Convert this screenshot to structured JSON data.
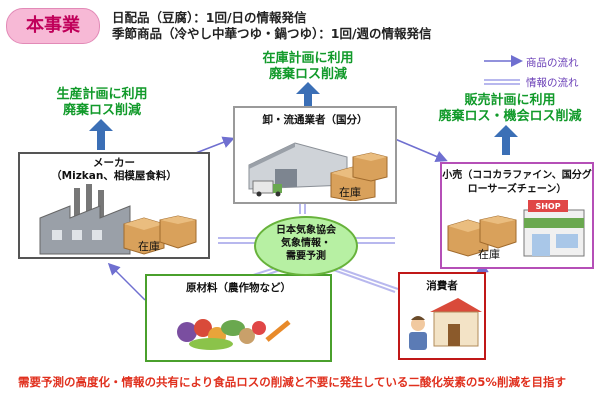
{
  "title": "本事業",
  "header": {
    "line1": "日配品（豆腐）：1回/日の情報発信",
    "line2": "季節商品（冷やし中華つゆ・鍋つゆ）：1回/週の情報発信"
  },
  "legend": {
    "product_flow": "商品の流れ",
    "info_flow": "情報の流れ"
  },
  "benefits": {
    "wholesale": [
      "在庫計画に利用",
      "廃棄ロス削減"
    ],
    "maker": [
      "生産計画に利用",
      "廃棄ロス削減"
    ],
    "retail": [
      "販売計画に利用",
      "廃棄ロス・機会ロス削減"
    ]
  },
  "nodes": {
    "wholesale": "卸・流通業者（国分）",
    "maker": [
      "メーカー",
      "（Mizkan、相模屋食料）"
    ],
    "retail": [
      "小売（ココカラファイン、国分グ",
      "ローサーズチェーン）"
    ],
    "materials": "原材料（農作物など）",
    "consumer": "消費者",
    "center": [
      "日本気象協会",
      "気象情報・",
      "需要予測"
    ],
    "inventory": "在庫",
    "shop_sign": "SHOP"
  },
  "footer": "需要予測の高度化・情報の共有により食品ロスの削減と不要に発生している二酸化炭素の5%削減を目指す",
  "colors": {
    "product_flow": "#6f6fd0",
    "info_flow": "#b8b8ee",
    "blue_arrow": "#3b6fb6",
    "green": "#119a2a",
    "maker_border": "#555555",
    "wholesale_border": "#9a9a9a",
    "retail_border": "#b54fb7",
    "materials_border": "#4aa02c",
    "consumer_border": "#c01818",
    "footer": "#e0301e",
    "badge": "#f7b9d6"
  }
}
